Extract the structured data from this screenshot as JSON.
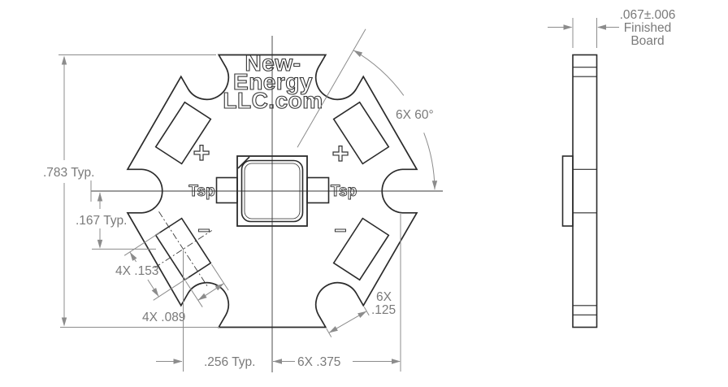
{
  "front_view": {
    "logo_lines": [
      "New-",
      "Energy",
      "LLC.com"
    ],
    "pad_labels": {
      "left": "Tsp",
      "right": "Tsp"
    },
    "polarity": {
      "positive": "+",
      "negative": "−"
    }
  },
  "dimensions": {
    "board_height": ".783 Typ.",
    "pad_row_offset": ".167 Typ.",
    "pad_length": "4X .153",
    "pad_width": "4X .089",
    "pad_column_offset": ".256 Typ.",
    "notch_position": "6X .375",
    "notch_size_count": "6X",
    "notch_size_value": ".125",
    "notch_angle": "6X 60°"
  },
  "side_view": {
    "thickness": ".067±.006",
    "thickness_note": [
      "Finished",
      "Board"
    ]
  }
}
